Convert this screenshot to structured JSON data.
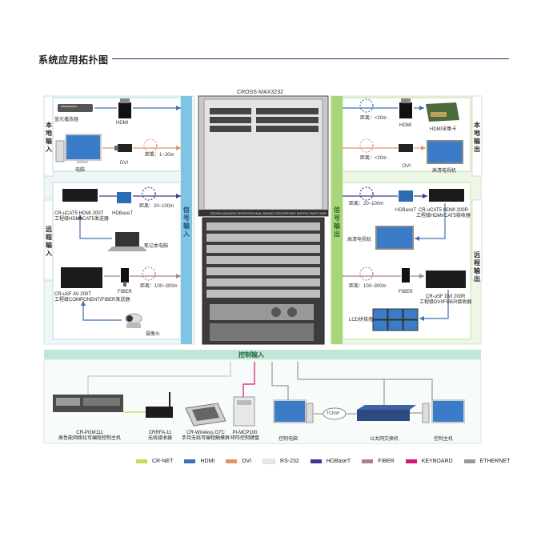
{
  "page": {
    "title": "系统应用拓扑图"
  },
  "matrix": {
    "model": "CROSS-MAX3232",
    "panel_text": "CROSS-MAX3232    PROFESSIONAL BRAND CROSSPOINT MATRIX SWITCHER"
  },
  "left_panel": {
    "local_label": "本地输入",
    "remote_label": "远程输入",
    "signal_label": "信号输入",
    "devices": [
      {
        "name": "蓝光播放器"
      },
      {
        "name": "电脑"
      },
      {
        "name": "CR-uCAT5 HDMI 200T\n工程级HDMI/CAT5发送器"
      },
      {
        "name": "笔记本电脑"
      },
      {
        "name": "CR-uSF AV 200T\n工程级COMPONENT/FIBER发送器"
      },
      {
        "name": "摄像头"
      }
    ],
    "links": [
      {
        "connector": "HDMI",
        "distance": ""
      },
      {
        "connector": "DVI",
        "distance": "距离：1~20m"
      },
      {
        "connector": "HDBaseT",
        "distance": "距离：20~100m"
      },
      {
        "connector": "FIBER",
        "distance": "距离：100~300m"
      }
    ]
  },
  "right_panel": {
    "local_label": "本地输出",
    "remote_label": "远程输出",
    "signal_label": "信号输出",
    "devices": [
      {
        "name": "HDMI采集卡"
      },
      {
        "name": "高清电视机"
      },
      {
        "name": "CR-uCAT5 HDMI 200R\n工程级HDMI/CAT5接收器"
      },
      {
        "name": "高清电视机"
      },
      {
        "name": "CR-uSF DVI 200R\n工程级DVI/FIBER接收器"
      },
      {
        "name": "LCD拼接墙"
      }
    ],
    "links": [
      {
        "connector": "HDMI",
        "distance": "距离：<20m"
      },
      {
        "connector": "DVI",
        "distance": "距离：<20m"
      },
      {
        "connector": "HDBaseT",
        "distance": "距离：20~100m"
      },
      {
        "connector": "FIBER",
        "distance": "距离：100~300m"
      }
    ]
  },
  "control": {
    "label": "控制输入",
    "devices": [
      {
        "name": "CR-PGM111\n高性能网络化可编程控制主机"
      },
      {
        "name": "CRRFA-11\n无线接收器"
      },
      {
        "name": "CR-Wireless G7C\n手持无线可编程触摸屏"
      },
      {
        "name": "PI-MCP100\n矩阵控制键盘"
      },
      {
        "name": "控制电脑"
      },
      {
        "name": "以太网交换机"
      },
      {
        "name": "控制主机"
      }
    ],
    "tcpip": "TCP/IP"
  },
  "legend": [
    {
      "label": "CR-NET",
      "color": "#c8d85a"
    },
    {
      "label": "HDMI",
      "color": "#3f6fb5"
    },
    {
      "label": "DVI",
      "color": "#e3926a"
    },
    {
      "label": "RS-232",
      "color": "#efe3ef"
    },
    {
      "label": "HDBaseT",
      "color": "#3a3a8c"
    },
    {
      "label": "FIBER",
      "color": "#a8828a"
    },
    {
      "label": "KEYBOARD",
      "color": "#d4187a"
    },
    {
      "label": "ETHERNET",
      "color": "#9a9a9a"
    }
  ]
}
